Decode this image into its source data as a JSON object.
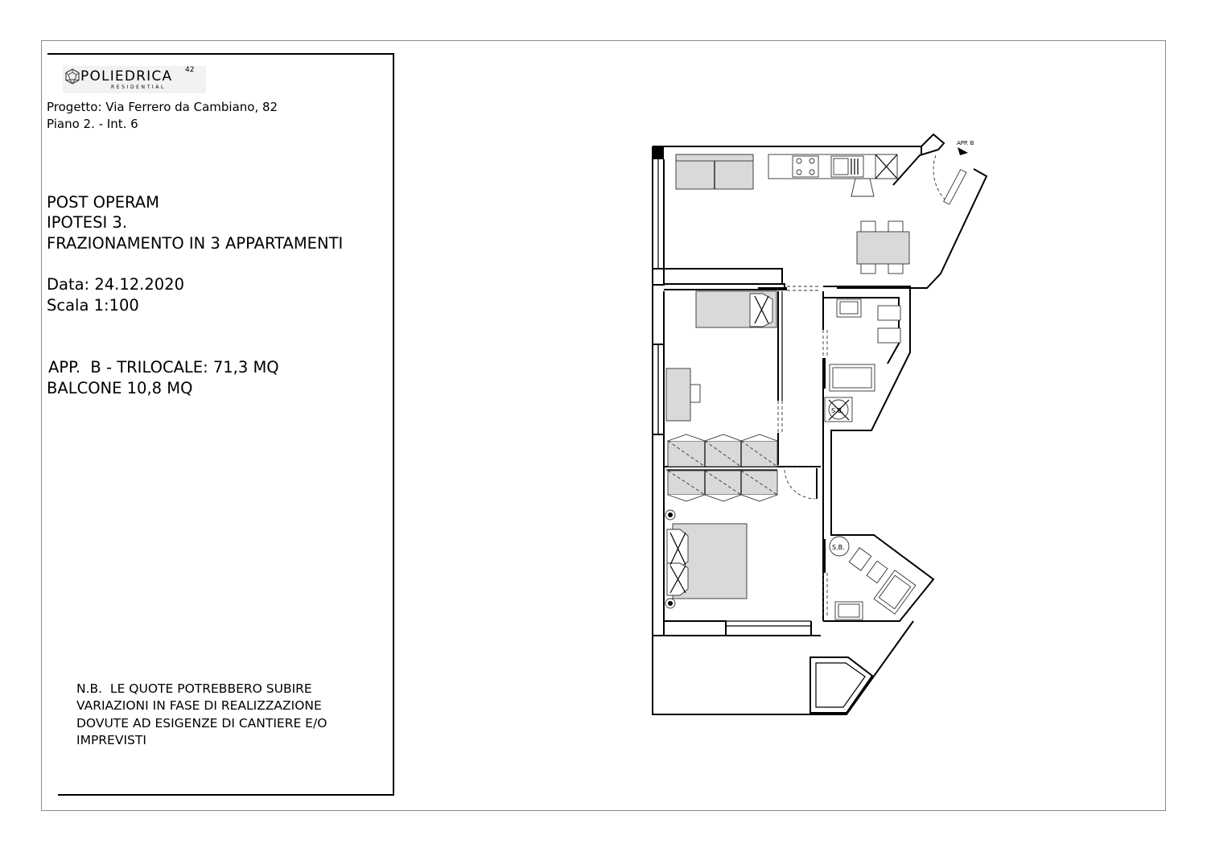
{
  "logo": {
    "name": "POLIEDRICA",
    "superscript": "42",
    "tagline": "RESIDENTIAL"
  },
  "project": {
    "line1": "Progetto: Via Ferrero da Cambiano, 82",
    "line2": "Piano 2. - Int. 6"
  },
  "status": {
    "line1": "POST OPERAM",
    "line2": "IPOTESI 3.",
    "line3": "FRAZIONAMENTO IN 3 APPARTAMENTI"
  },
  "meta": {
    "date": "Data: 24.12.2020",
    "scale": "Scala 1:100"
  },
  "areas": {
    "apartment": "APP.  B - TRILOCALE: 71,3 MQ",
    "balcony": "BALCONE 10,8 MQ"
  },
  "note": {
    "line1": "N.B.  LE QUOTE POTREBBERO SUBIRE",
    "line2": "VARIAZIONI IN FASE DI REALIZZAZIONE",
    "line3": "DOVUTE AD ESIGENZE DI CANTIERE E/O",
    "line4": "IMPREVISTI"
  },
  "plan": {
    "entrance_label": "APP. B",
    "shaft_label_1": "S.B.",
    "shaft_label_2": "S.B."
  },
  "colors": {
    "frame": "#8a8a8a",
    "wall": "#000000",
    "furniture_fill": "#d9d9d9",
    "logo_bg": "#f2f2f2"
  }
}
